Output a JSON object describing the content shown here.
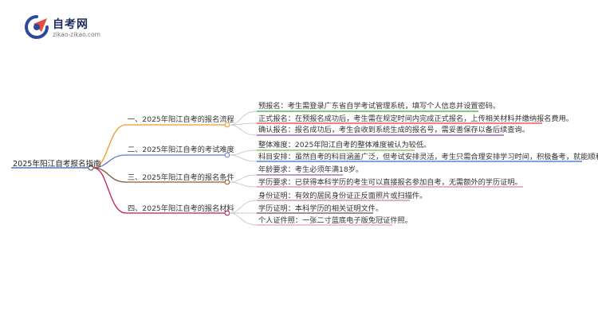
{
  "logo": {
    "brand": "自考网",
    "domain": "zikao-zikao.com"
  },
  "mindmap": {
    "root": "2025年阳江自考报名指南",
    "branches": [
      {
        "label": "一、2025年阳江自考的报名流程",
        "color": "#f39a22",
        "items": [
          {
            "label": "预报名：考生需登录广东省自学考试管理系统，填写个人信息并设置密码。",
            "color": "#3aa935"
          },
          {
            "label": "正式报名：在预报名成功后，考生需在规定时间内完成正式报名，上传相关材料并缴纳报名费用。",
            "color": "#e53935"
          },
          {
            "label": "确认报名：报名成功后，考生会收到系统生成的报名号，需妥善保存以备后续查询。",
            "color": "#8e44ad"
          }
        ]
      },
      {
        "label": "二、2025年阳江自考的考试难度",
        "color": "#6a78c9",
        "items": [
          {
            "label": "整体难度：2025年阳江自考的整体难度被认为较低。",
            "color": "#7ab648"
          },
          {
            "label": "科目安排：虽然自考的科目涵盖广泛，但考试安排灵活，考生只需合理安排学习时间，积极备考，就能顺利通过。",
            "color": "#2d6bd1"
          }
        ]
      },
      {
        "label": "三、2025年阳江自考的报名条件",
        "color": "#8b5a2b",
        "items": [
          {
            "label": "年龄要求：考生必须年满18岁。",
            "color": "#9b59b6"
          },
          {
            "label": "学历要求：已获得本科学历的考生可以直接报名参加自考，无需额外的学历证明。",
            "color": "#e27da8"
          }
        ]
      },
      {
        "label": "四、2025年阳江自考的报名材料",
        "color": "#c2185b",
        "items": [
          {
            "label": "身份证明：有效的居民身份证正反面照片或扫描件。",
            "color": "#cf7fa4"
          },
          {
            "label": "学历证明：本科学历的相关证明文件。",
            "color": "#6d4c41"
          },
          {
            "label": "个人证件照：一张二寸蓝底电子版免冠证件照。",
            "color": "#e8a0b8"
          }
        ]
      }
    ]
  }
}
